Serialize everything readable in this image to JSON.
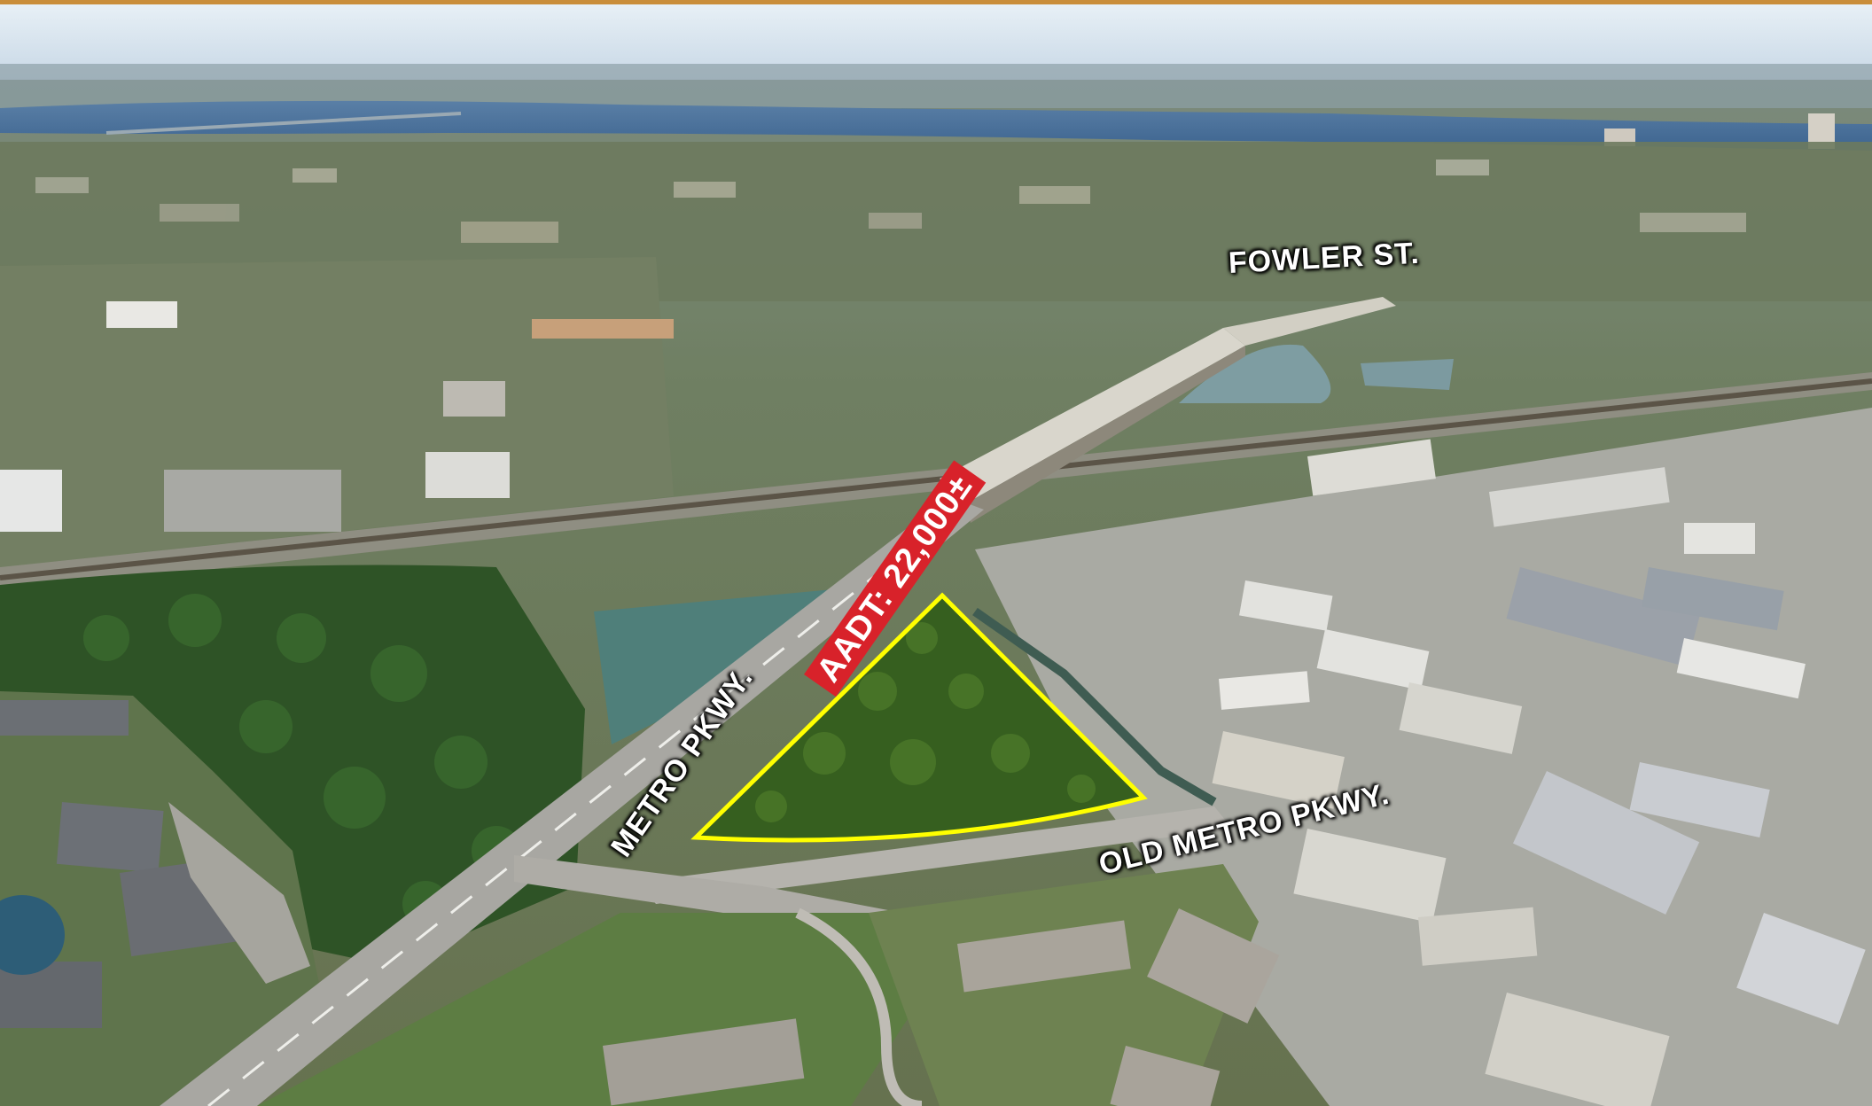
{
  "labels": {
    "fowler_st": "FOWLER ST.",
    "metro_pkwy": "METRO PKWY.",
    "old_metro_pkwy": "OLD METRO PKWY.",
    "traffic_count": "AADT: 22,000±"
  },
  "colors": {
    "top_border": "#c98d3a",
    "site_outline": "#ffff00",
    "traffic_badge": "#d8222a",
    "water": "#3a6f9a",
    "vegetation": "#2f5a24"
  }
}
